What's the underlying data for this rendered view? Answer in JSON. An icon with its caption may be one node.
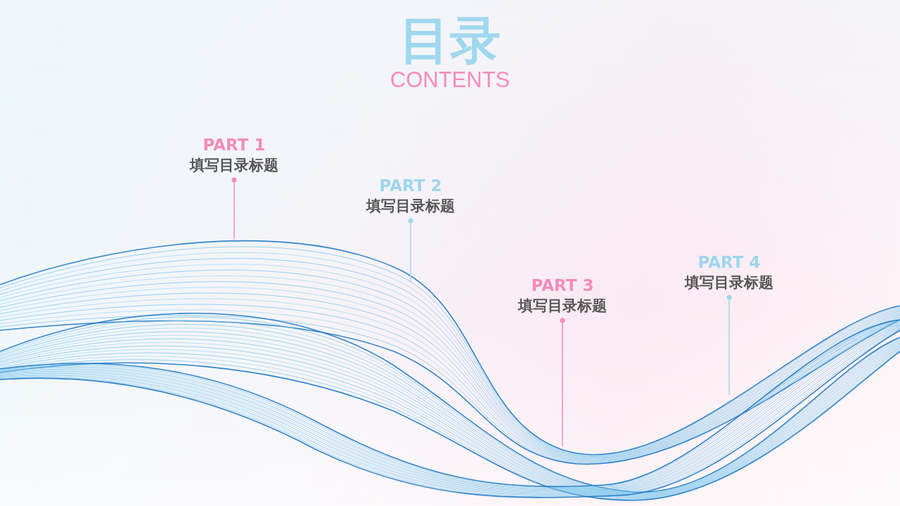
{
  "diagram": {
    "title": "目录",
    "nodes": [
      {
        "text": [
          "PART 1",
          "填写目录标题"
        ]
      },
      {
        "text": [
          "PART 2",
          "填写目录标题"
        ]
      },
      {
        "text": [
          "PART 3",
          "填写目录标题"
        ]
      },
      {
        "text": [
          "PART 4",
          "填写目录标题"
        ]
      }
    ],
    "edges": [
      {
        "from": 0,
        "to": null,
        "arrow": "other",
        "color": "#f48cba"
      },
      {
        "from": 1,
        "to": null,
        "arrow": "other",
        "color": "#9ed6ec"
      },
      {
        "from": 2,
        "to": null,
        "arrow": "other",
        "color": "#f48cba"
      },
      {
        "from": 3,
        "to": null,
        "arrow": "other",
        "color": "#9ed6ec"
      }
    ],
    "labels": [
      "CONTENTS"
    ]
  }
}
